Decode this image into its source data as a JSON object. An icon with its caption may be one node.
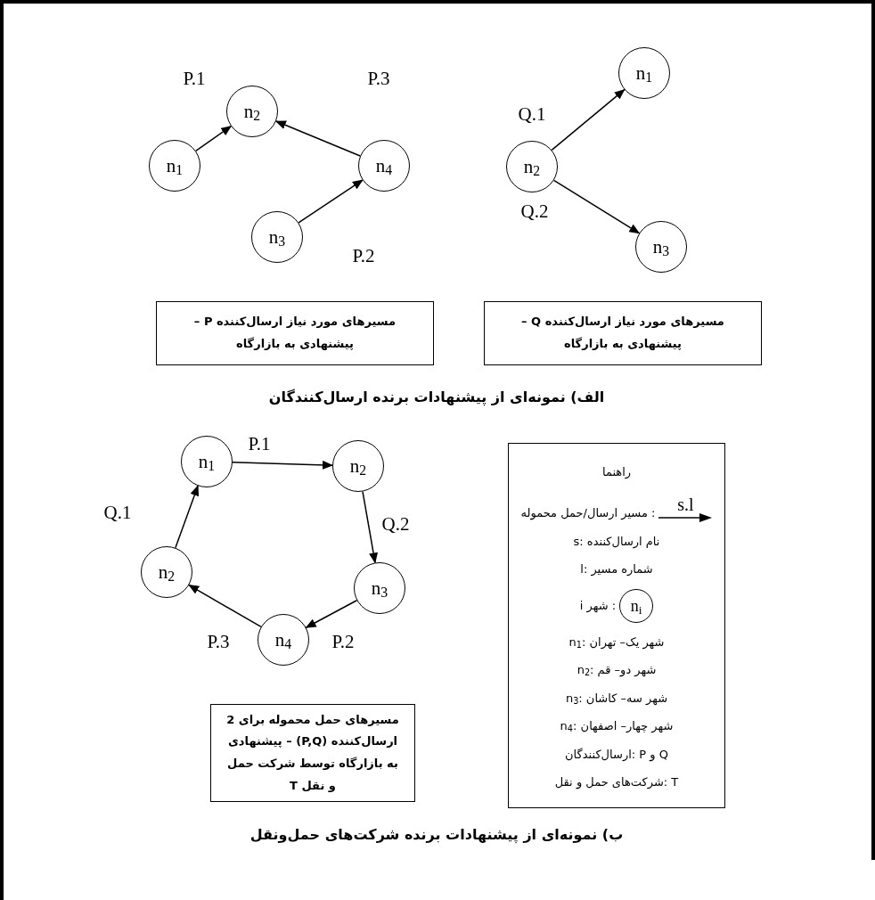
{
  "diagram": {
    "nodes": [
      {
        "text": [
          "n$_{2}$"
        ]
      },
      {
        "text": [
          "n$_{1}$"
        ]
      },
      {
        "text": [
          "n$_{4}$"
        ]
      },
      {
        "text": [
          "n$_{3}$"
        ]
      },
      {
        "text": [
          "n$_{1}$"
        ]
      },
      {
        "text": [
          "n$_{2}$"
        ]
      },
      {
        "text": [
          "n$_{3}$"
        ]
      },
      {
        "text": [
          "مسیرهای مورد نیاز ارسال‌کننده **P** – پیشنهادی به بازارگاه"
        ]
      },
      {
        "text": [
          "مسیرهای مورد نیاز ارسال‌کننده **Q** – پیشنهادی به بازارگاه"
        ]
      },
      {
        "text": [
          "n$_{1}$"
        ]
      },
      {
        "text": [
          "n$_{2}$"
        ]
      },
      {
        "text": [
          "n$_{3}$"
        ]
      },
      {
        "text": [
          "n$_{4}$"
        ]
      },
      {
        "text": [
          "n$_{2}$"
        ]
      },
      {
        "text": [
          "مسیرهای حمل محموله برای 2 ارسال‌کننده **(P,Q)** – پیشنهادی به بازارگاه توسط شرکت حمل و نقل **T**"
        ]
      },
      {
        "text": [
          "راهنما",
          "s.l",
          ": مسیر ارسال/حمل محموله",
          "s: نام ارسال‌کننده",
          "l: شماره مسیر",
          ": شهر i",
          "n$_{1}$: شهر یک– تهران",
          "n$_{2}$: شهر دو– قم",
          "n$_{3}$: شهر سه– کاشان",
          "n$_{4}$: شهر چهار– اصفهان",
          "ارسال‌کنندگان: P و Q",
          "شرکت‌های حمل و نقل: T"
        ]
      },
      {
        "text": [
          "n$_{i}$"
        ],
        "in": 15
      }
    ],
    "edges": [
      {
        "from": 1,
        "to": 0,
        "arrow": "to",
        "label": "P.1"
      },
      {
        "from": 3,
        "to": 2,
        "arrow": "to",
        "label": "P.2"
      },
      {
        "from": 2,
        "to": 0,
        "arrow": "to",
        "label": "P.3"
      },
      {
        "from": 5,
        "to": 4,
        "arrow": "to",
        "label": "Q.1"
      },
      {
        "from": 5,
        "to": 6,
        "arrow": "to",
        "label": "Q.2"
      },
      {
        "from": 9,
        "to": 10,
        "arrow": "to",
        "label": "P.1"
      },
      {
        "from": 10,
        "to": 11,
        "arrow": "to",
        "label": "Q.2"
      },
      {
        "from": 11,
        "to": 12,
        "arrow": "to",
        "label": "P.2"
      },
      {
        "from": 12,
        "to": 13,
        "arrow": "to",
        "label": "P.3"
      },
      {
        "from": 13,
        "to": 9,
        "arrow": "to",
        "label": "Q.1"
      }
    ],
    "labels": [
      "الف) نمونه‌ای از پیشنهادات برنده ارسال‌کنندگان",
      "ب) نمونه‌ای از پیشنهادات برنده شرکت‌های حمل‌ونقل"
    ]
  }
}
